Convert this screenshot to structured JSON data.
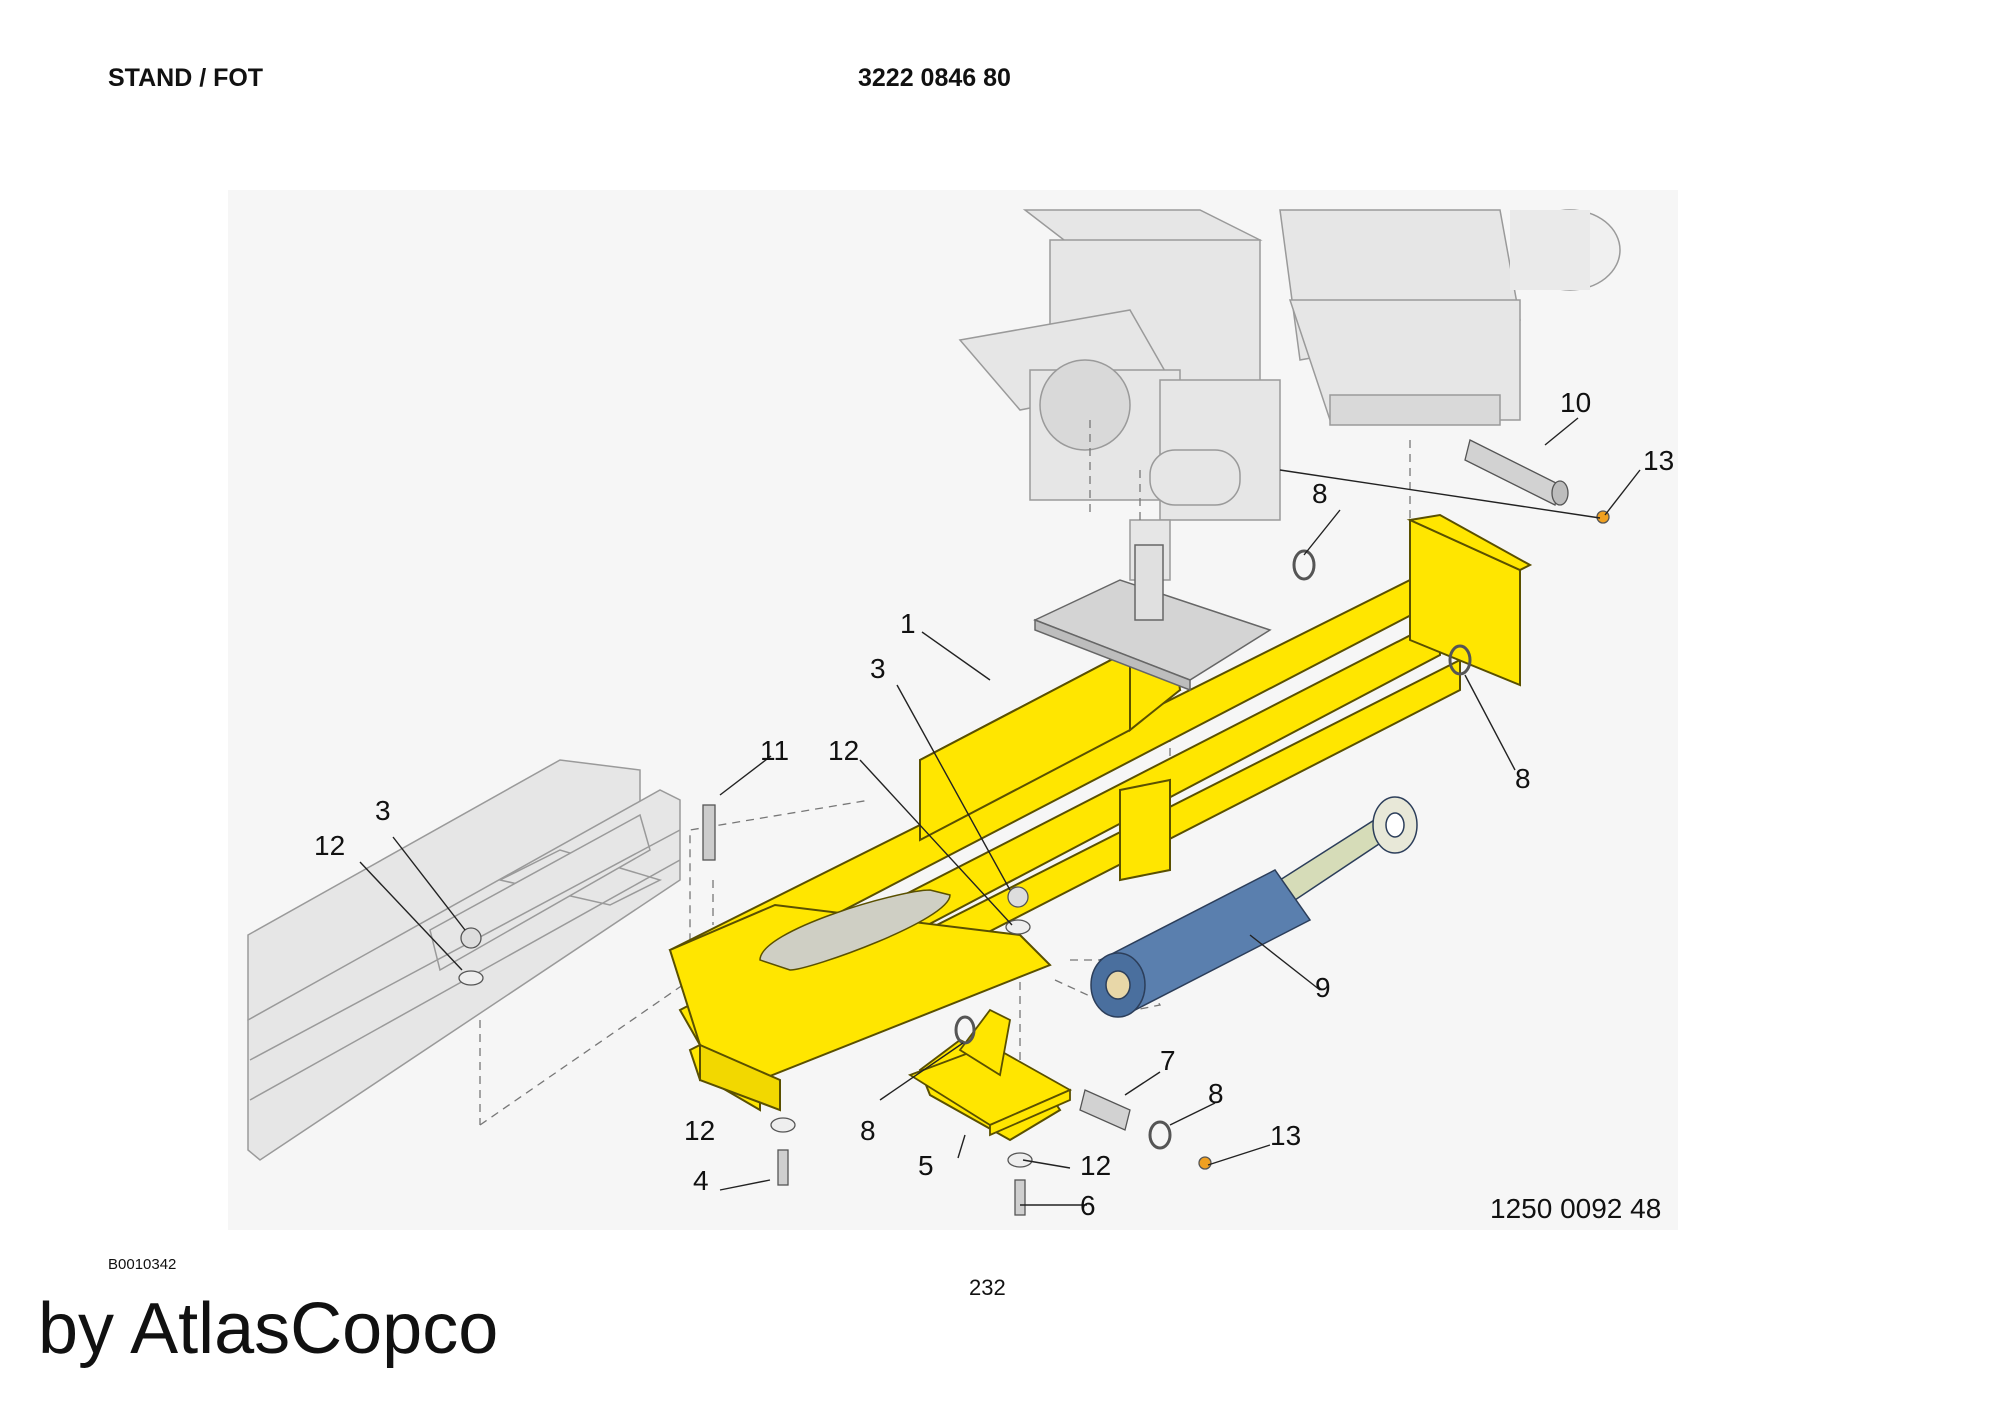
{
  "header": {
    "title": "STAND / FOT",
    "part_number": "3222 0846 80"
  },
  "drawing": {
    "drawing_number": "1250 0092 48",
    "colors": {
      "frame": "#ffe600",
      "frame_edge": "#5a5000",
      "cylinder": "#5a7fae",
      "fastener": "#f0a020",
      "ghost": "#e6e6e6",
      "ghost_edge": "#9a9a9a"
    },
    "callouts": {
      "c1": "1",
      "c3a": "3",
      "c3b": "3",
      "c4": "4",
      "c5": "5",
      "c6": "6",
      "c7": "7",
      "c8a": "8",
      "c8b": "8",
      "c8c": "8",
      "c8d": "8",
      "c9": "9",
      "c10": "10",
      "c11": "11",
      "c12a": "12",
      "c12b": "12",
      "c12c": "12",
      "c12d": "12",
      "c13a": "13",
      "c13b": "13"
    }
  },
  "footer": {
    "doc_id": "B0010342",
    "page": "232",
    "brand": "by AtlasCopco"
  }
}
